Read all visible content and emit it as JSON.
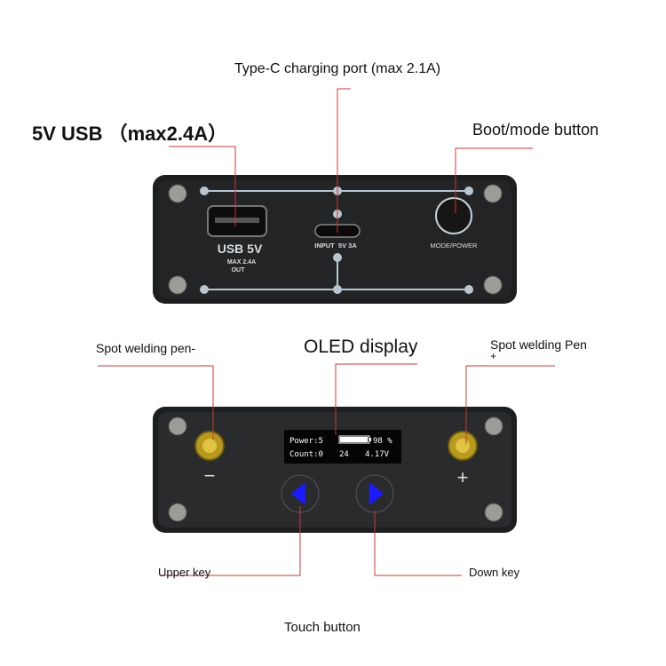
{
  "labels": {
    "typec": "Type-C charging port (max 2.1A)",
    "usb": "5V USB （max2.4A）",
    "boot": "Boot/mode button",
    "pen_minus": "Spot welding pen-",
    "oled": "OLED display",
    "pen_plus_1": "Spot welding Pen",
    "pen_plus_2": "+",
    "upper_key": "Upper key",
    "down_key": "Down key",
    "touch": "Touch button"
  },
  "front_panel": {
    "usb_title": "USB 5V",
    "usb_max": "MAX 2.4A",
    "usb_out": "OUT",
    "input": "INPUT  5V 3A",
    "mode": "MODE/POWER"
  },
  "rear_panel": {
    "minus": "−",
    "plus": "+",
    "oled": {
      "power": "Power:5",
      "battery_pct": "98 %",
      "battery_fill": 0.98,
      "count": "Count:0",
      "temp": "24",
      "voltage": "4.17V"
    }
  },
  "colors": {
    "leader": "#c8383a",
    "panel": "#1d1e20",
    "key": "#1a1aff"
  }
}
